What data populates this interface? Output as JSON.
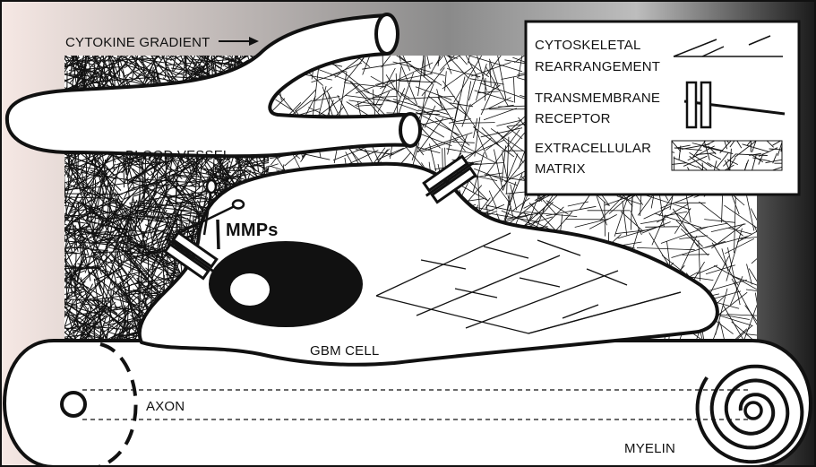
{
  "colors": {
    "background_gradient_start": "#f6e8e4",
    "background_gradient_end": "#1a1a1a",
    "ink": "#111111",
    "paper": "#ffffff"
  },
  "labels": {
    "cytokine_gradient": "CYTOKINE GRADIENT",
    "blood_vessel": "BLOOD VESSEL",
    "mmps": "MMPs",
    "gbm_cell": "GBM CELL",
    "axon": "AXON",
    "myelin": "MYELIN"
  },
  "legend": {
    "items": [
      {
        "label_lines": [
          "CYTOSKELETAL",
          "REARRANGEMENT"
        ],
        "symbol": "cytoskeleton-icon"
      },
      {
        "label_lines": [
          "TRANSMEMBRANE",
          "RECEPTOR"
        ],
        "symbol": "receptor-icon"
      },
      {
        "label_lines": [
          "EXTRACELLULAR",
          "MATRIX"
        ],
        "symbol": "ecm-swatch-icon"
      }
    ]
  },
  "icons": {
    "arrow": "arrow-right-icon",
    "scissors": "scissors-icon"
  }
}
